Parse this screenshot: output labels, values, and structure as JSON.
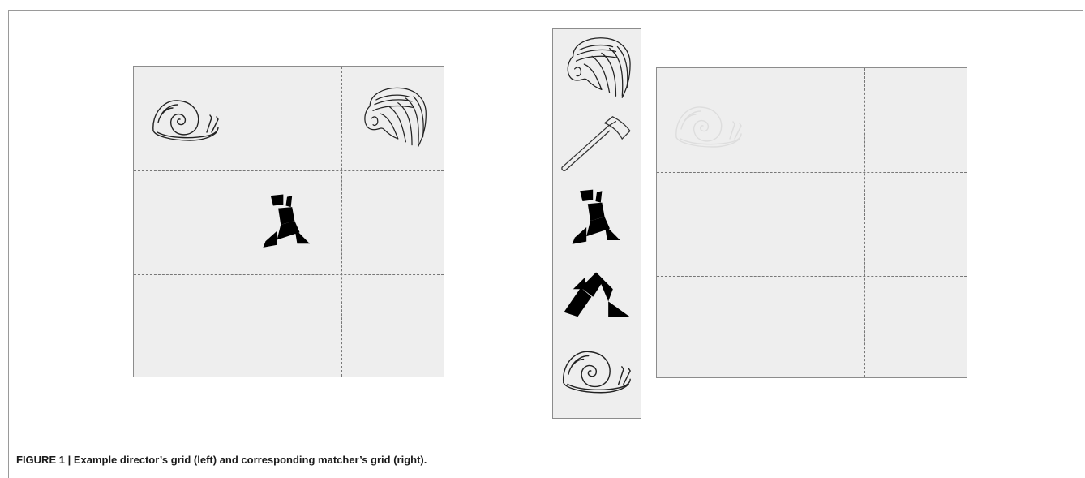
{
  "figure": {
    "caption": "FIGURE 1 | Example director’s grid (left) and corresponding matcher’s grid (right)."
  },
  "director_grid": {
    "rows": 3,
    "cols": 3,
    "cells": [
      {
        "row": 0,
        "col": 0,
        "icon": "snail-icon"
      },
      {
        "row": 0,
        "col": 2,
        "icon": "hair-wig-icon"
      },
      {
        "row": 1,
        "col": 1,
        "icon": "tangram-figure-icon"
      }
    ]
  },
  "tray": {
    "items": [
      "hair-wig-icon",
      "axe-icon",
      "tangram-figure-icon",
      "tangram-house-icon",
      "snail-icon"
    ]
  },
  "matcher_grid": {
    "rows": 3,
    "cols": 3,
    "cells": [
      {
        "row": 0,
        "col": 0,
        "icon": "faint-snail-icon"
      }
    ]
  },
  "colors": {
    "grid_fill": "#eeeeee",
    "grid_border": "#8c8c8c",
    "shape_fill": "#000000"
  }
}
